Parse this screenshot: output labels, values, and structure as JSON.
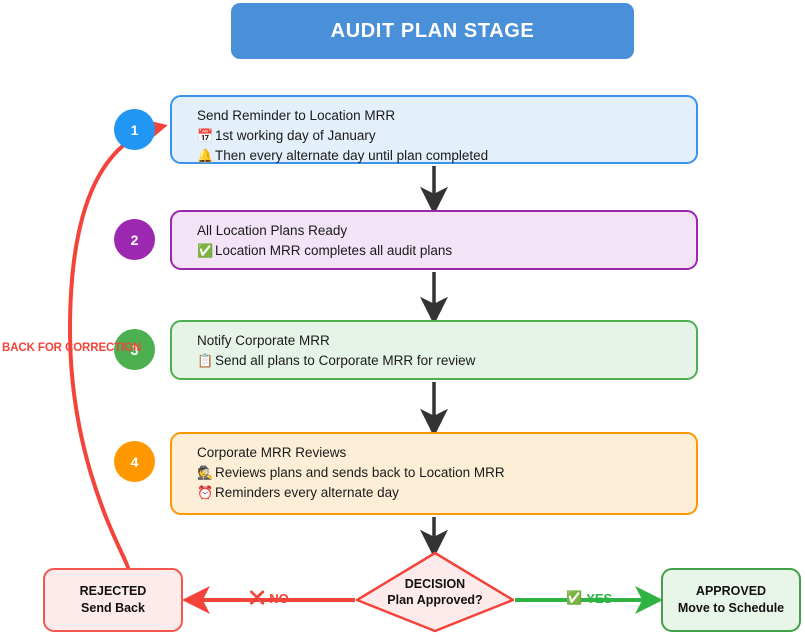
{
  "header": {
    "title": "AUDIT PLAN STAGE",
    "background_color": "#4a90d9",
    "text_color": "#ffffff"
  },
  "steps": [
    {
      "number": "1",
      "badge_color": "#2196f3",
      "fill_color": "#e3f0fb",
      "border_color": "#3a93e8",
      "heading": "Send Reminder to Location MRR",
      "lines": [
        {
          "icon": "calendar-icon",
          "glyph": "📅",
          "text": "1st working day of January"
        },
        {
          "icon": "bell-icon",
          "glyph": "🔔",
          "text": "Then every alternate day until plan completed"
        }
      ]
    },
    {
      "number": "2",
      "badge_color": "#9c27b0",
      "fill_color": "#f2e3f7",
      "border_color": "#9b27b0",
      "heading": "All Location Plans Ready",
      "lines": [
        {
          "icon": "check-mark-icon",
          "glyph": "✅",
          "text": "Location MRR completes all audit plans"
        }
      ]
    },
    {
      "number": "3",
      "badge_color": "#4caf50",
      "fill_color": "#e6f4e7",
      "border_color": "#4caf50",
      "heading": "Notify Corporate MRR",
      "lines": [
        {
          "icon": "clipboard-icon",
          "glyph": "📋",
          "text": "Send all plans to Corporate MRR for review"
        }
      ]
    },
    {
      "number": "4",
      "badge_color": "#ff9800",
      "fill_color": "#fdeed7",
      "border_color": "#ff9800",
      "heading": "Corporate MRR Reviews",
      "lines": [
        {
          "icon": "detective-icon",
          "glyph": "🕵",
          "text": "Reviews plans and sends back to Location MRR"
        },
        {
          "icon": "alarm-clock-icon",
          "glyph": "⏰",
          "text": "Reminders every alternate day"
        }
      ]
    }
  ],
  "decision": {
    "title": "DECISION",
    "question": "Plan Approved?",
    "fill_color": "#fdeaea",
    "border_color": "#f4433a"
  },
  "outcomes": {
    "rejected": {
      "title": "REJECTED",
      "subtitle": "Send Back",
      "fill_color": "#fdeaea",
      "border_color": "#f4564e"
    },
    "approved": {
      "title": "APPROVED",
      "subtitle": "Move to Schedule",
      "fill_color": "#e8f5e9",
      "border_color": "#43a047"
    }
  },
  "edge_labels": {
    "no": {
      "text": "NO",
      "glyph": "❌",
      "icon": "cross-mark-icon",
      "color": "#f4433a"
    },
    "yes": {
      "text": "YES",
      "glyph": "✅",
      "icon": "check-mark-icon",
      "color": "#2fb344"
    },
    "back": {
      "text": "BACK FOR CORRECTION",
      "color": "#f4433a"
    }
  }
}
